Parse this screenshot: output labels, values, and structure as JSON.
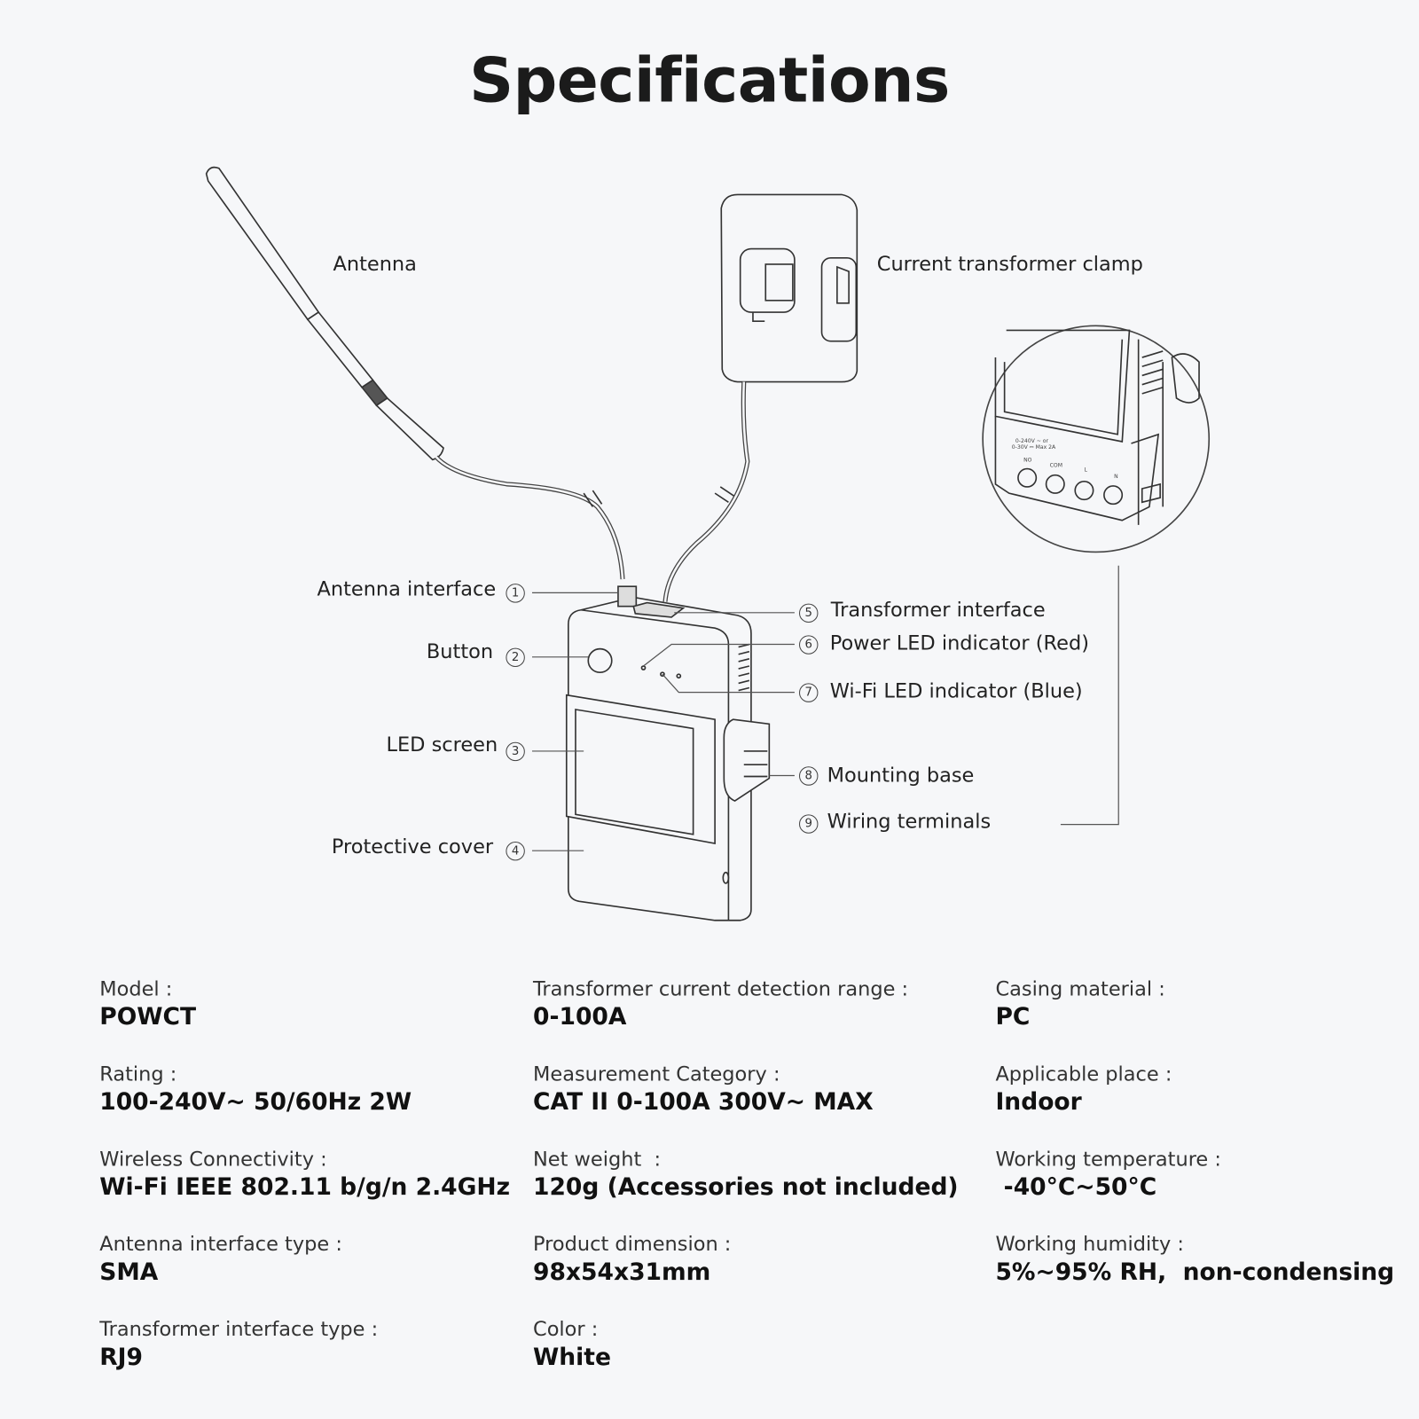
{
  "title": "Specifications",
  "callouts": {
    "antenna": "Antenna",
    "clamp": "Current transformer clamp",
    "items": [
      {
        "num": "1",
        "label": "Antenna interface"
      },
      {
        "num": "2",
        "label": "Button"
      },
      {
        "num": "3",
        "label": "LED screen"
      },
      {
        "num": "4",
        "label": "Protective cover"
      },
      {
        "num": "5",
        "label": "Transformer interface"
      },
      {
        "num": "6",
        "label": "Power LED indicator (Red)"
      },
      {
        "num": "7",
        "label": "Wi-Fi LED indicator (Blue)"
      },
      {
        "num": "8",
        "label": "Mounting base"
      },
      {
        "num": "9",
        "label": "Wiring terminals"
      }
    ]
  },
  "inset": {
    "rating_text_1": "0-240V ~ or",
    "rating_text_2": "0-30V ⎓ Max 2A",
    "terminals": [
      "NO",
      "COM",
      "L",
      "N"
    ]
  },
  "specs": [
    {
      "label": "Model :",
      "value": "POWCT"
    },
    {
      "label": "Rating :",
      "value": "100-240V~ 50/60Hz 2W"
    },
    {
      "label": "Wireless Connectivity :",
      "value": "Wi-Fi IEEE 802.11 b/g/n 2.4GHz"
    },
    {
      "label": "Antenna interface type :",
      "value": "SMA"
    },
    {
      "label": "Transformer interface type :",
      "value": "RJ9"
    },
    {
      "label": "Transformer current detection range :",
      "value": "0-100A"
    },
    {
      "label": "Measurement Category :",
      "value": "CAT II 0-100A 300V~ MAX"
    },
    {
      "label": "Net weight  :",
      "value": "120g (Accessories not included)"
    },
    {
      "label": "Product dimension :",
      "value": "98x54x31mm"
    },
    {
      "label": "Color :",
      "value": "White"
    },
    {
      "label": "Casing material :",
      "value": "PC"
    },
    {
      "label": "Applicable place :",
      "value": "Indoor"
    },
    {
      "label": "Working temperature :",
      "value": " -40°C~50°C"
    },
    {
      "label": "Working humidity :",
      "value": "5%~95% RH,  non-condensing"
    }
  ]
}
